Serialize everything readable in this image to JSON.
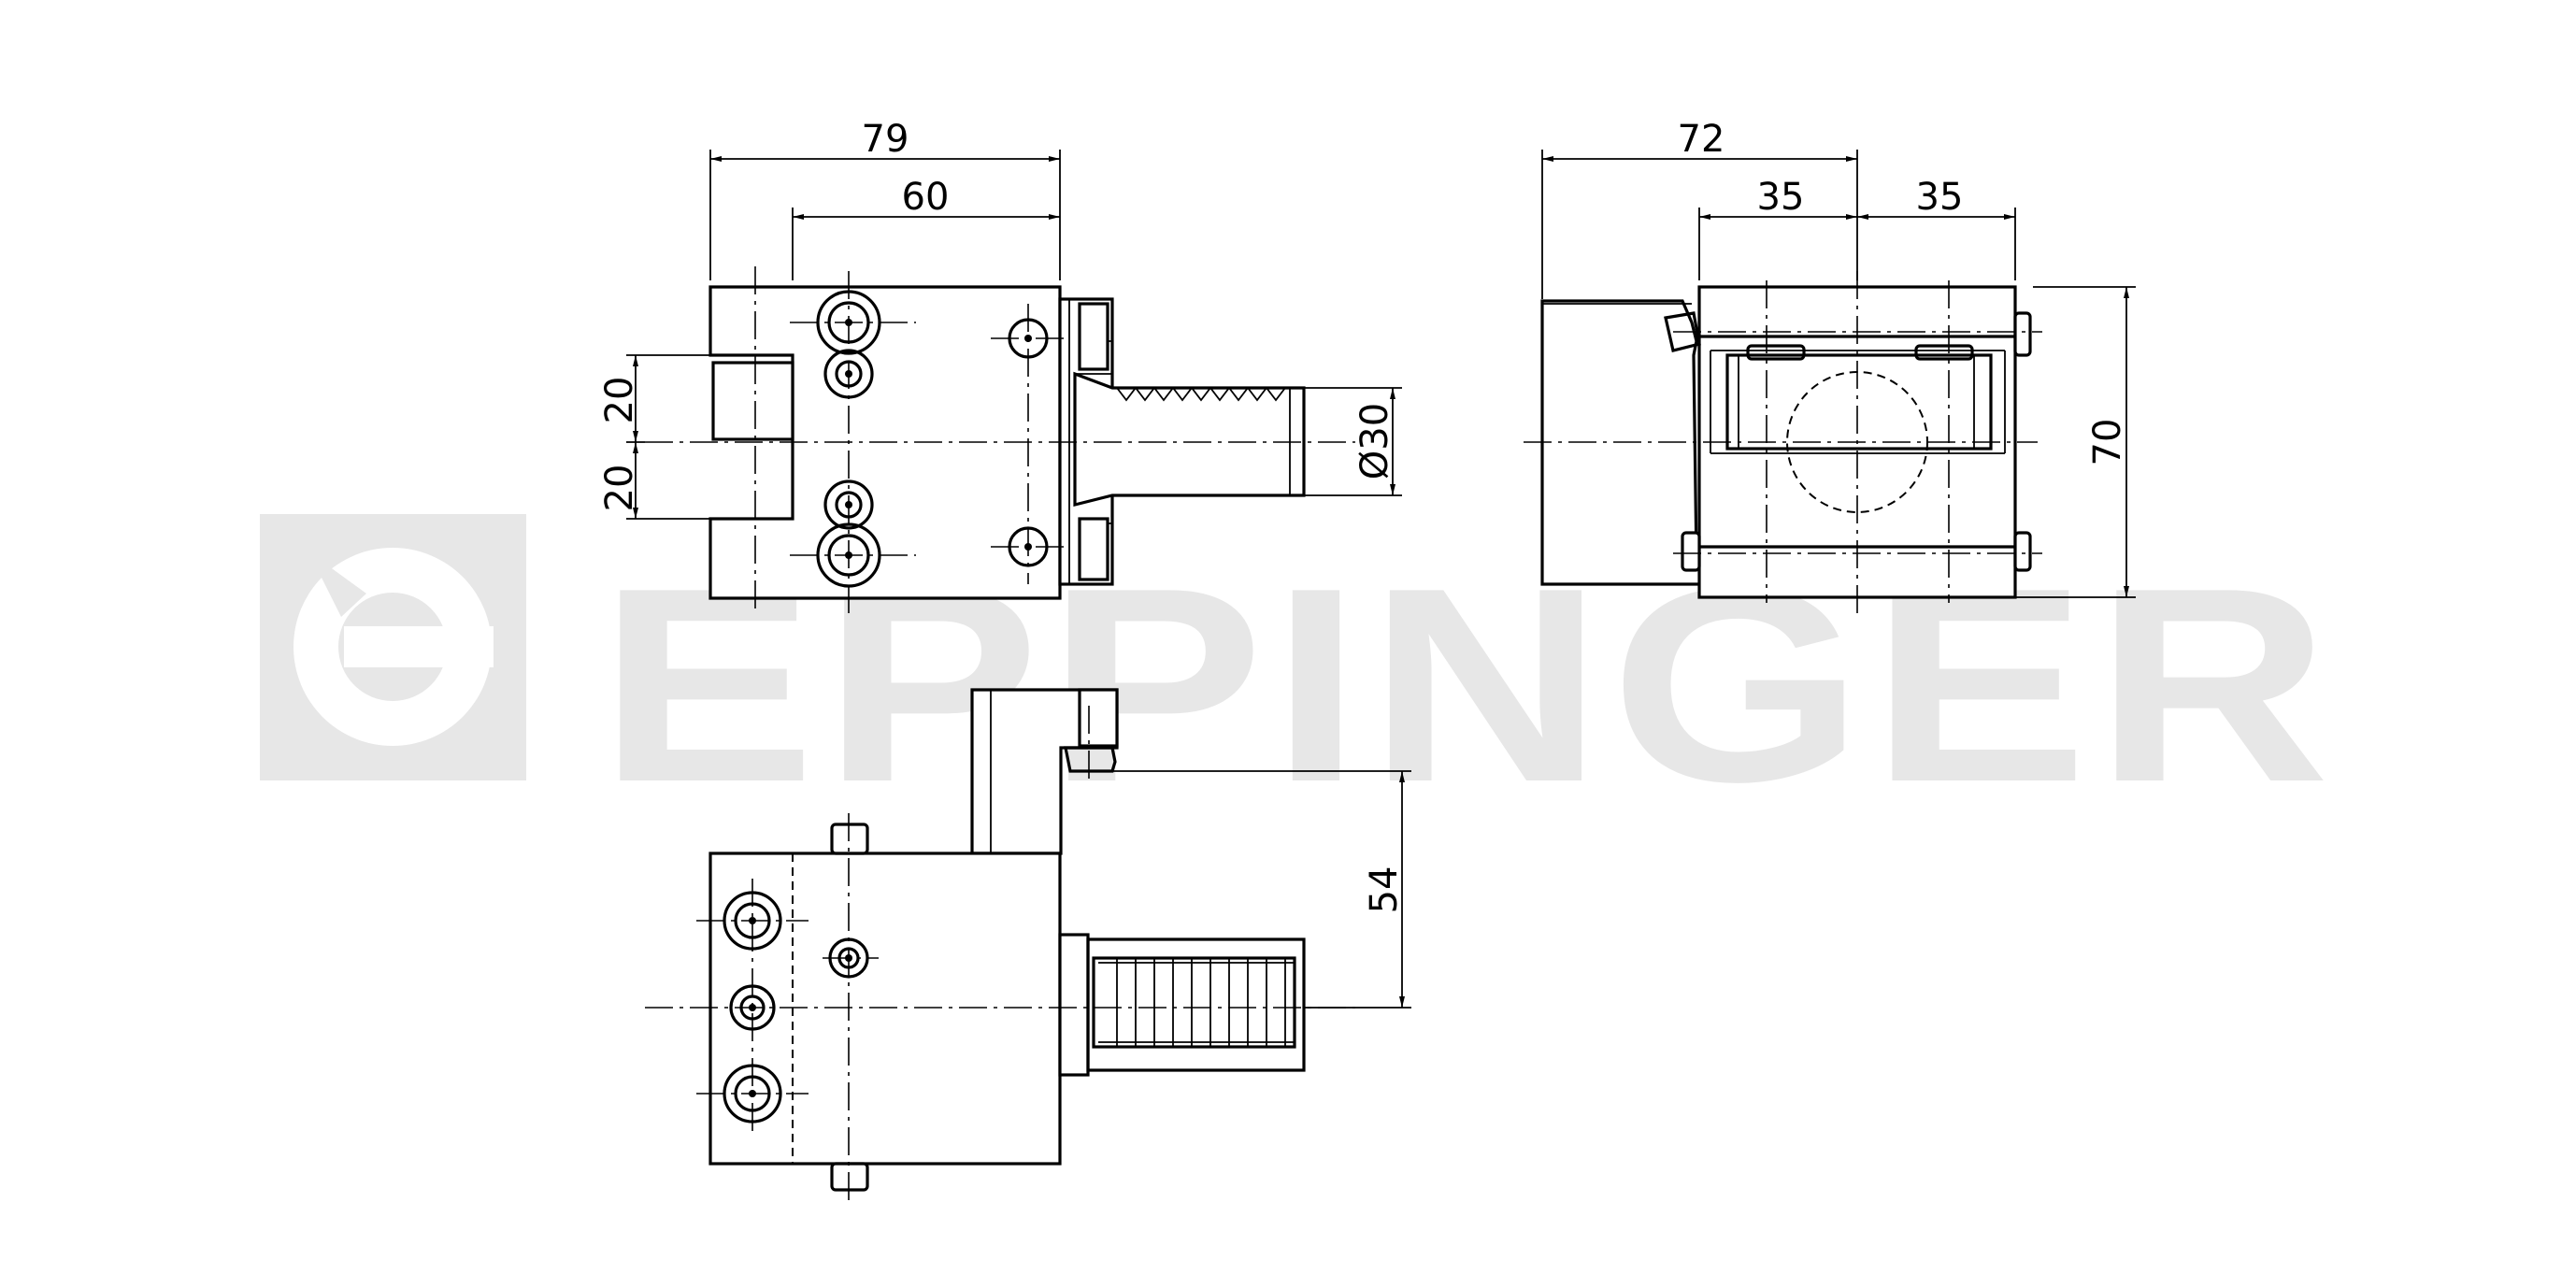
{
  "watermark": {
    "text": "EPPINGER",
    "color": "#e7e7e7"
  },
  "dimensions": {
    "front_width_total": "79",
    "front_width_body": "60",
    "front_offset_upper": "20",
    "front_offset_lower": "20",
    "shank_diameter": "Ø30",
    "side_width_total": "72",
    "side_half_left": "35",
    "side_half_right": "35",
    "side_height": "70",
    "top_height": "54"
  },
  "icons": [
    "screw-icon",
    "threaded-shank",
    "eppinger-logo"
  ]
}
